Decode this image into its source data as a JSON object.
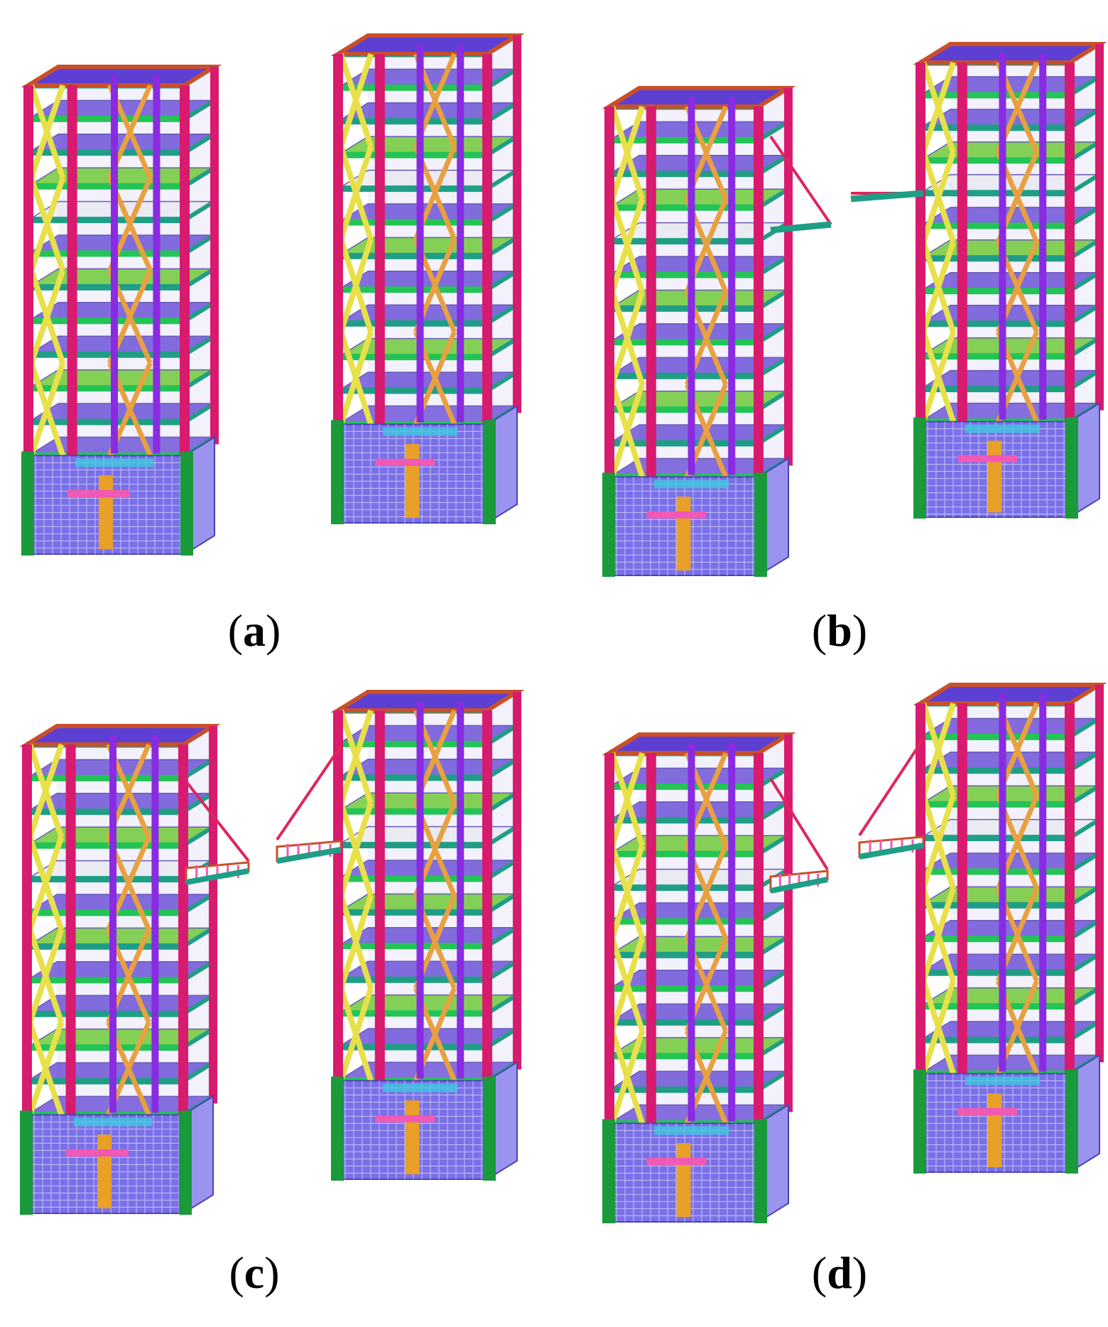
{
  "panels": [
    {
      "id": "a",
      "label": "a",
      "connectors": "none"
    },
    {
      "id": "b",
      "label": "b",
      "connectors": "single-cable-and-beam"
    },
    {
      "id": "c",
      "label": "c",
      "connectors": "cable-and-truss-platform"
    },
    {
      "id": "d",
      "label": "d",
      "connectors": "cable-and-truss-platform"
    }
  ],
  "colors": {
    "column": "#d81b6e",
    "column_inner": "#8a2be2",
    "brace_yellow": "#e8e04a",
    "brace_orange": "#e8a040",
    "beam_green": "#23c456",
    "beam_teal": "#1f9e86",
    "slab": "#5d3fd3",
    "slab_dark": "#3a2aa0",
    "slab_green": "#5fc41e",
    "base_wall": "#7a70e8",
    "base_column": "#1a9a3a",
    "roof_edge": "#c8502a",
    "cable": "#e0245e",
    "cyan": "#3ec8e0",
    "pink": "#f05ab4",
    "gold": "#e8a028"
  },
  "icons": [
    "tower-model-icon",
    "cable-connector-icon",
    "truss-platform-icon"
  ]
}
